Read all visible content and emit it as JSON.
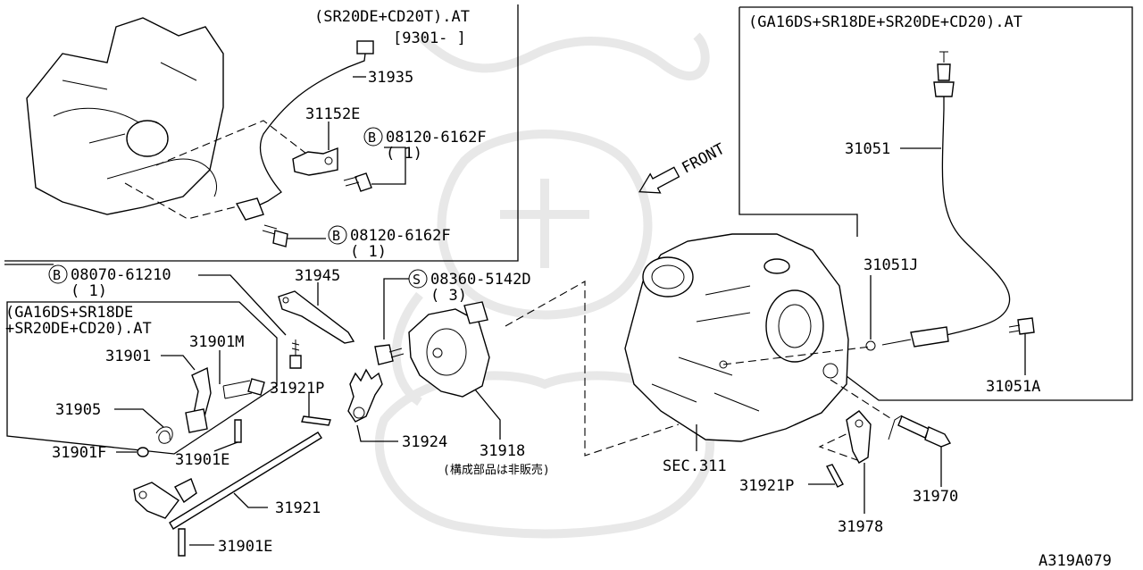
{
  "boxes": {
    "top_left": {
      "title": "(SR20DE+CD20T).AT",
      "date": "[9301-    ]"
    },
    "right": {
      "title": "(GA16DS+SR18DE+SR20DE+CD20).AT"
    },
    "left": {
      "title_line1": "(GA16DS+SR18DE",
      "title_line2": "+SR20DE+CD20).AT"
    }
  },
  "labels": {
    "p31935": "31935",
    "p31152E": "31152E",
    "bolt_top_num": "08120-6162F",
    "bolt_top_qty": "( 1)",
    "bolt_mid_num": "08120-6162F",
    "bolt_mid_qty": "( 1)",
    "bolt_left_num": "08070-61210",
    "bolt_left_qty": "( 1)",
    "screw_num": "08360-5142D",
    "screw_qty": "( 3)",
    "p31945": "31945",
    "p31901M": "31901M",
    "p31901": "31901",
    "p31905": "31905",
    "p31901F": "31901F",
    "p31901E_a": "31901E",
    "p31921P_a": "31921P",
    "p31924": "31924",
    "p31918": "31918",
    "p31918_note": "(構成部品は非販売)",
    "p31921": "31921",
    "p31901E_b": "31901E",
    "sec311": "SEC.311",
    "front": "FRONT",
    "p31051": "31051",
    "p31051J": "31051J",
    "p31051A": "31051A",
    "p31921P_b": "31921P",
    "p31978": "31978",
    "p31970": "31970",
    "drawing_id": "A319A079"
  },
  "markers": {
    "bolt": "B",
    "screw": "S"
  }
}
